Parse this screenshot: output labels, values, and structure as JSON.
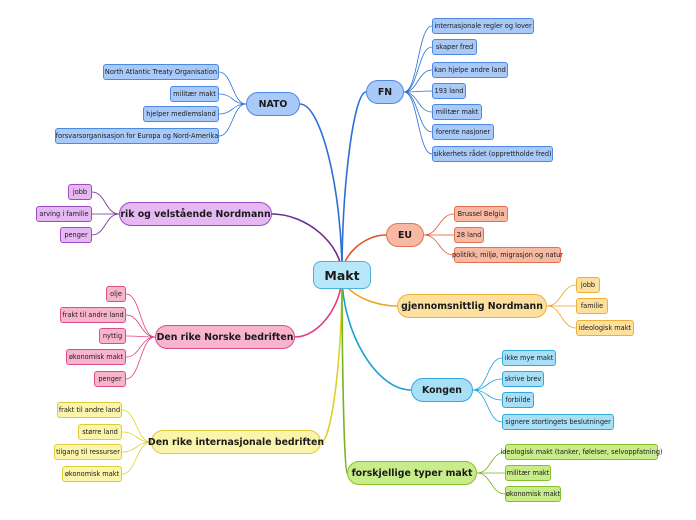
{
  "root": {
    "label": "Makt"
  },
  "branches": [
    {
      "key": "fn",
      "label": "FN",
      "color": "#2d6fd6",
      "leaves": [
        "internasjonale regler og lover",
        "skaper fred",
        "kan hjelpe andre land",
        "193 land",
        "militær makt",
        "forente nasjoner",
        "sikkerhets rådet (opprettholde fred)"
      ]
    },
    {
      "key": "nato",
      "label": "NATO",
      "color": "#2d6fd6",
      "leaves": [
        "North Atlantic Treaty Organisation",
        "militær makt",
        "hjelper medlemsland",
        "forsvarsorganisasjon for Europa og Nord-Amerika"
      ]
    },
    {
      "key": "rik",
      "label": "rik og velstående Nordmann",
      "color": "#6b2c91",
      "leaves": [
        "jobb",
        "arving i familie",
        "penger"
      ]
    },
    {
      "key": "eu",
      "label": "EU",
      "color": "#e2532a",
      "leaves": [
        "Brussel Belgia",
        "28 land",
        "politikk, miljø, migrasjon og natur"
      ]
    },
    {
      "key": "gjennomsnitt",
      "label": "gjennomsnittlig Nordmann",
      "color": "#f0a320",
      "leaves": [
        "jobb",
        "familie",
        "ideologisk makt"
      ]
    },
    {
      "key": "norske",
      "label": "Den rike Norske bedriften",
      "color": "#e23d84",
      "leaves": [
        "olje",
        "frakt til andre land",
        "nyttig",
        "økonomisk makt",
        "penger"
      ]
    },
    {
      "key": "kongen",
      "label": "Kongen",
      "color": "#1aa0d8",
      "leaves": [
        "ikke mye makt",
        "skrive brev",
        "forbilde",
        "signere stortingets beslutninger"
      ]
    },
    {
      "key": "intl",
      "label": "Den rike internasjonale bedriften",
      "color": "#dcd22a",
      "leaves": [
        "frakt til andre land",
        "større land",
        "tilgang til ressurser",
        "økonomisk makt"
      ]
    },
    {
      "key": "typer",
      "label": "forskjellige typer makt",
      "color": "#72b51d",
      "leaves": [
        "ideologisk makt (tanker, følelser, selvoppfatning)",
        "militær makt",
        "økonomisk makt"
      ]
    }
  ]
}
